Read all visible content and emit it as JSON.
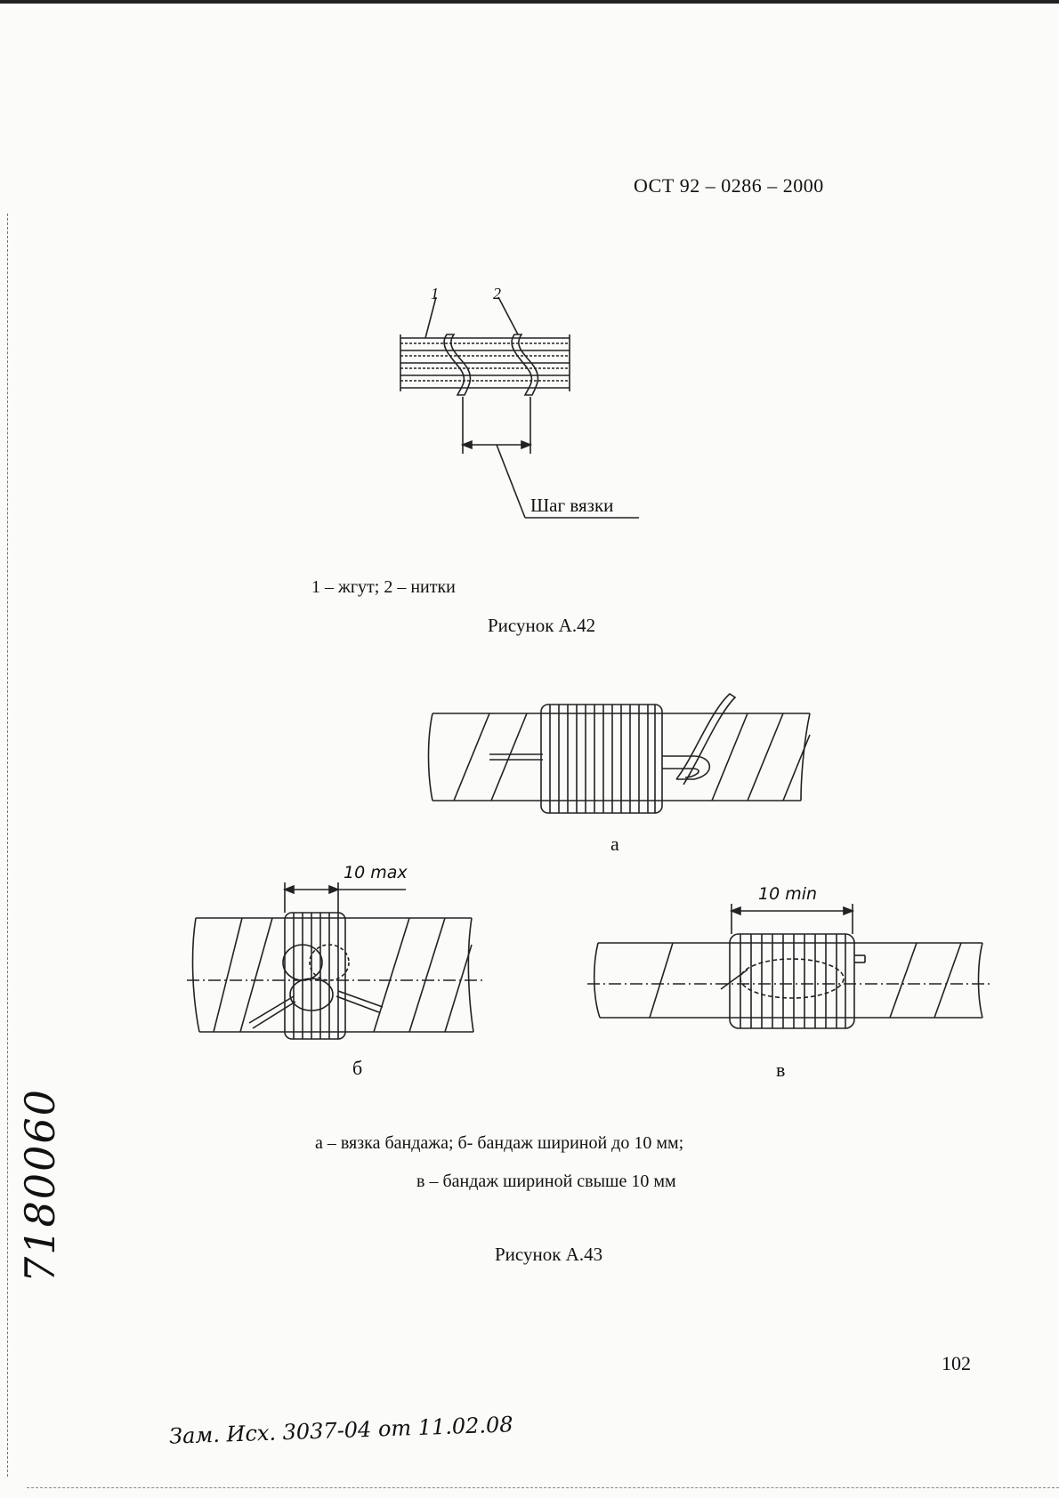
{
  "header": {
    "doc_code": "ОСТ 92 – 0286 – 2000"
  },
  "figure_a42": {
    "callout_1": "1",
    "callout_2": "2",
    "dimension_label": "Шаг вязки",
    "legend": "1 – жгут;  2 – нитки",
    "caption": "Рисунок А.42"
  },
  "figure_a43": {
    "sublabel_a": "а",
    "sublabel_b": "б",
    "sublabel_v": "в",
    "dim_b": "10 max",
    "dim_v": "10 min",
    "legend_line1": "а – вязка бандажа;  б- бандаж шириной до 10 мм;",
    "legend_line2": "в – бандаж шириной свыше 10 мм",
    "caption": "Рисунок А.43"
  },
  "footer": {
    "page_number": "102",
    "inventory_number": "7180060",
    "change_note": "Зам. Исх. 3037-04 от 11.02.08"
  }
}
